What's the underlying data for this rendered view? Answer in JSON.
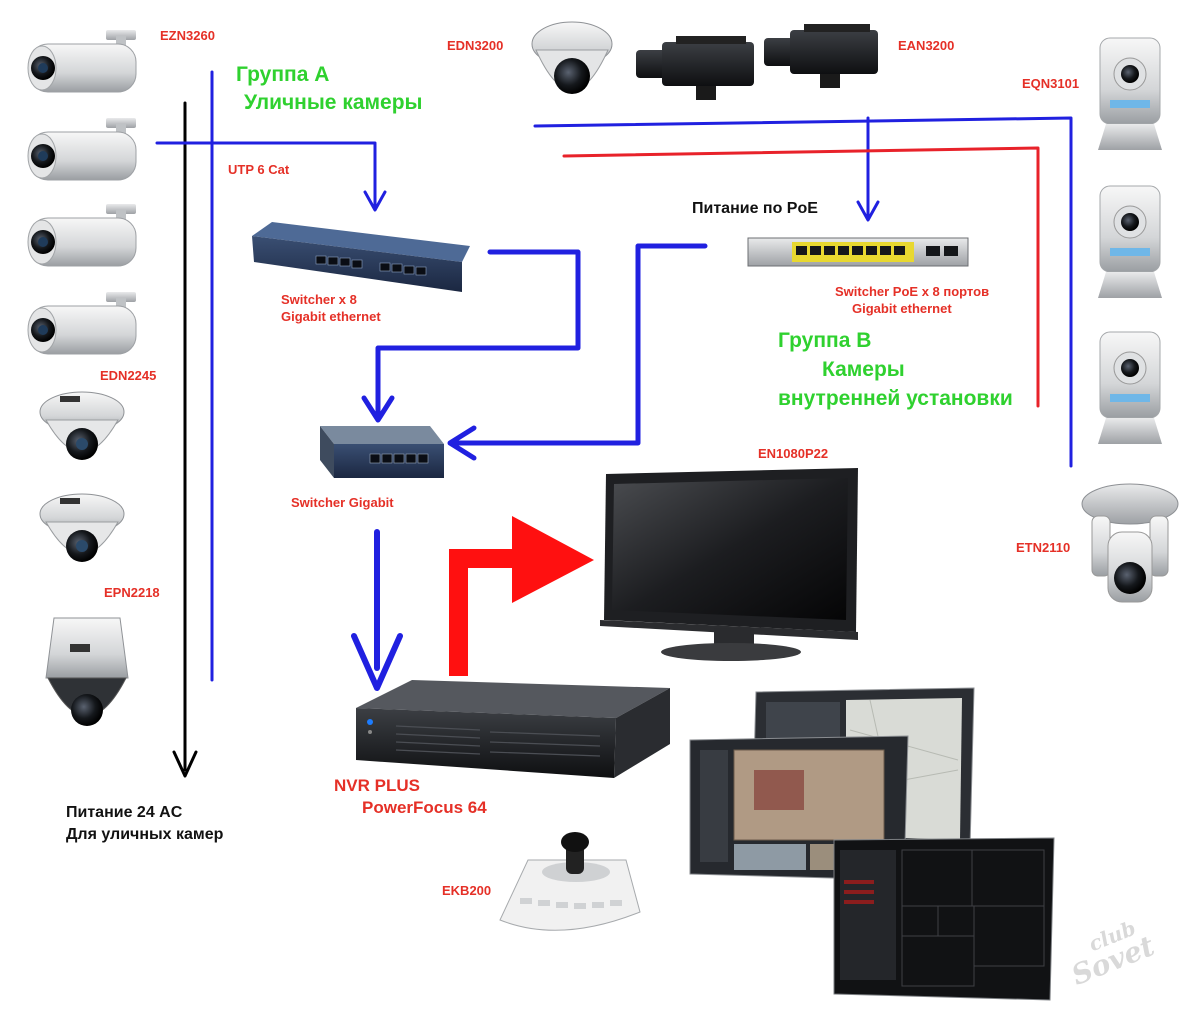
{
  "camera_models": {
    "ezn3260": "EZN3260",
    "edn2245": "EDN2245",
    "epn2218": "EPN2218",
    "edn3200": "EDN3200",
    "ean3200": "EAN3200",
    "eqn3101": "EQN3101",
    "etn2110": "ETN2110"
  },
  "cabling": {
    "utp": "UTP 6 Cat",
    "poe_power": "Питание по PoE",
    "ac_power_line1": "Питание 24 AC",
    "ac_power_line2": "Для уличных камер"
  },
  "groups": {
    "a_line1": "Группа А",
    "a_line2": "Уличные камеры",
    "b_line1": "Группа В",
    "b_line2": "Камеры",
    "b_line3": "внутренней установки"
  },
  "switches": {
    "switcher8_line1": "Switcher x 8",
    "switcher8_line2": "Gigabit ethernet",
    "poe_line1": "Switcher PoE x 8 портов",
    "poe_line2": "Gigabit ethernet",
    "gigabit": "Switcher Gigabit"
  },
  "devices": {
    "monitor": "EN1080P22",
    "nvr_line1": "NVR PLUS",
    "nvr_line2": "PowerFocus 64",
    "keyboard": "EKB200"
  },
  "watermark": {
    "line1": "club",
    "line2": "Sovet"
  },
  "colors": {
    "network_line": "#2020e0",
    "poe_line": "#e8222a",
    "video_out_arrow": "#ff1010",
    "label_red": "#e53027",
    "label_green": "#2fd12f"
  }
}
